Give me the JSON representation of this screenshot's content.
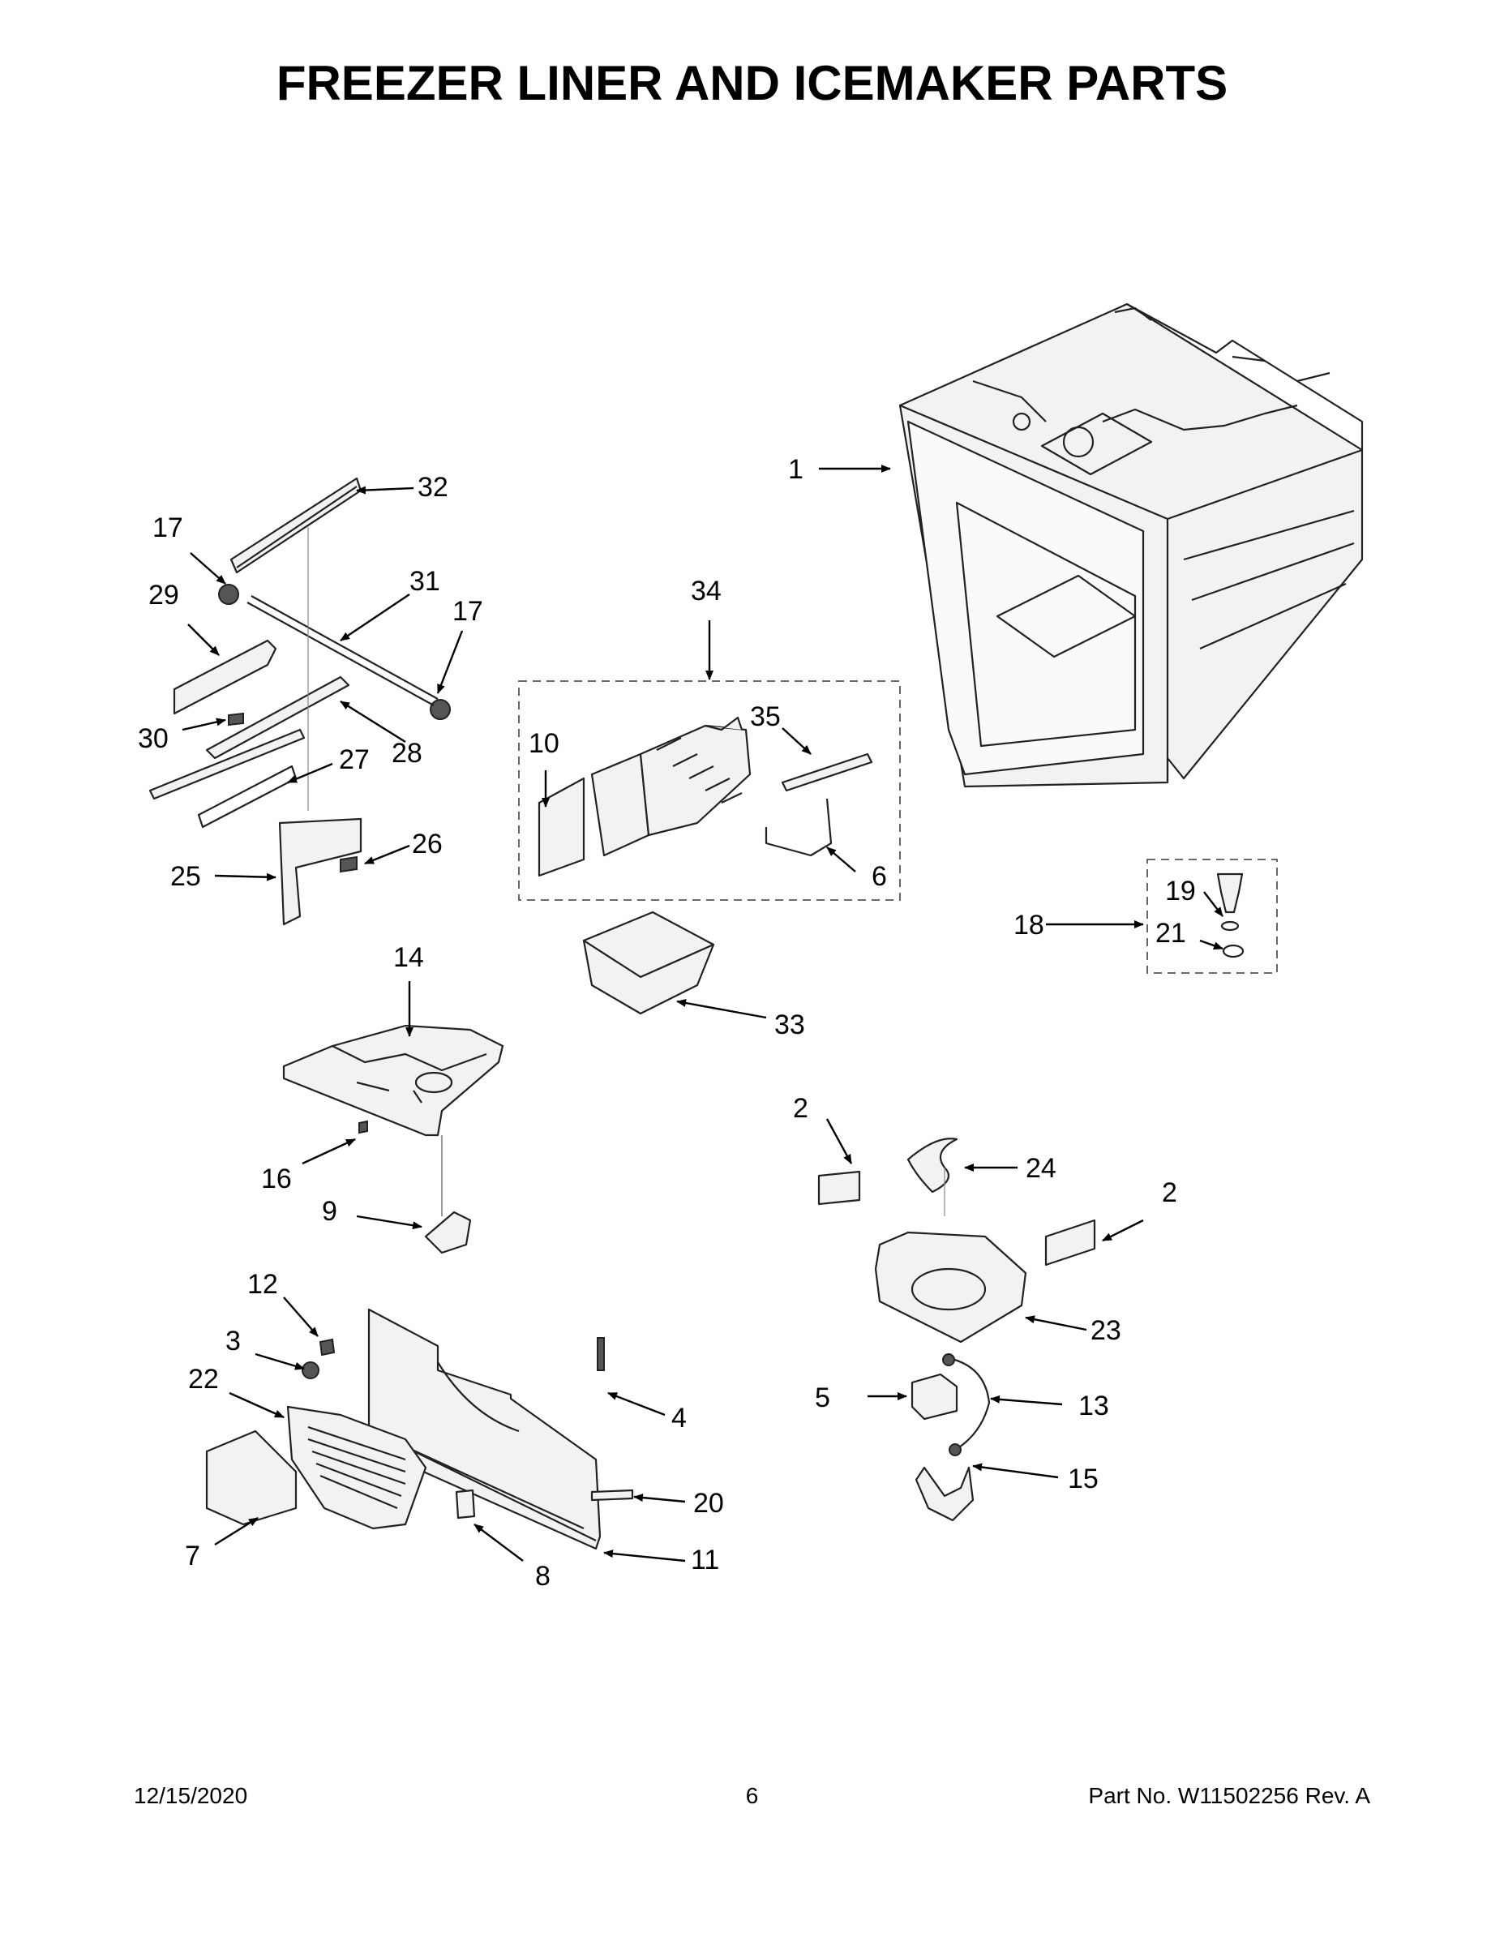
{
  "title": "FREEZER LINER AND ICEMAKER PARTS",
  "footer": {
    "date": "12/15/2020",
    "page": "6",
    "part_number": "Part No.  W11502256  Rev.  A"
  },
  "callouts": {
    "c1": "1",
    "c2a": "2",
    "c2b": "2",
    "c3": "3",
    "c4": "4",
    "c5": "5",
    "c6": "6",
    "c7": "7",
    "c8": "8",
    "c9": "9",
    "c10": "10",
    "c11": "11",
    "c12": "12",
    "c13": "13",
    "c14": "14",
    "c15": "15",
    "c16": "16",
    "c17a": "17",
    "c17b": "17",
    "c18": "18",
    "c19": "19",
    "c20": "20",
    "c21": "21",
    "c22": "22",
    "c23": "23",
    "c24": "24",
    "c25": "25",
    "c26": "26",
    "c27": "27",
    "c28": "28",
    "c29": "29",
    "c30": "30",
    "c31": "31",
    "c32": "32",
    "c33": "33",
    "c34": "34",
    "c35": "35"
  }
}
